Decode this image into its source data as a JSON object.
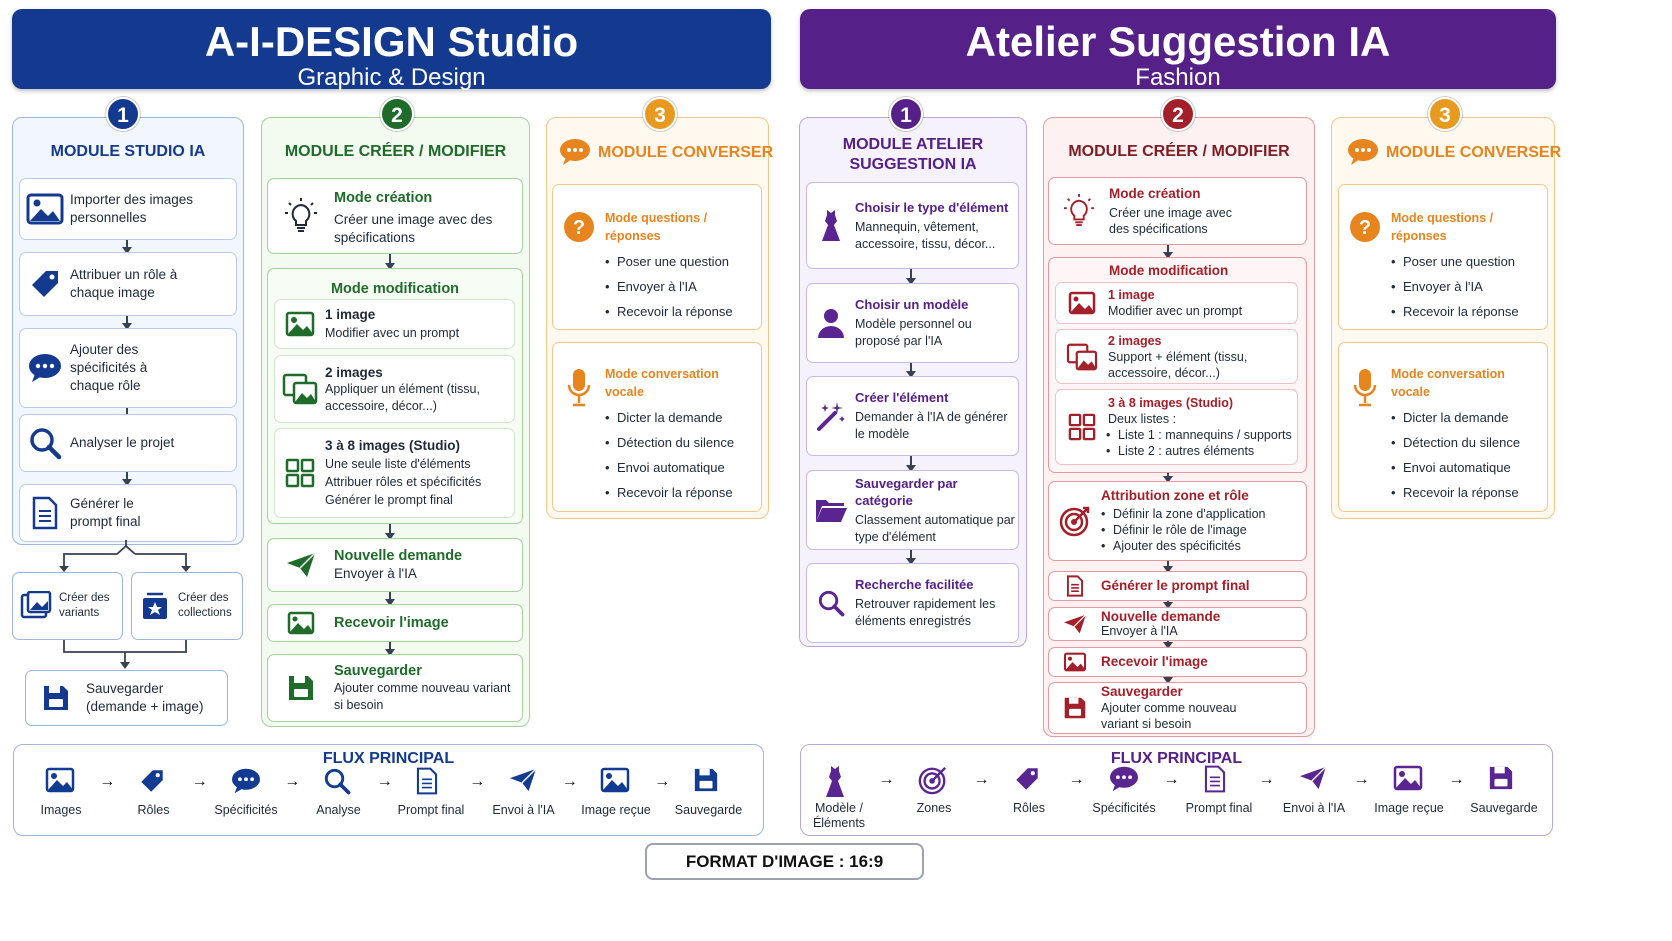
{
  "left": {
    "title": "A-I-DESIGN Studio",
    "subtitle": "Graphic & Design",
    "col1": {
      "num": "1",
      "title": "MODULE STUDIO IA",
      "steps": [
        {
          "text": "Importer des images personnelles",
          "icon": "image-icon"
        },
        {
          "text": "Attribuer un rôle à chaque image",
          "icon": "tag-icon"
        },
        {
          "text": "Ajouter des spécificités à chaque rôle",
          "icon": "chat-bubble-icon"
        },
        {
          "text": "Analyser le projet",
          "icon": "search-icon"
        },
        {
          "text": "Générer le prompt final",
          "icon": "document-icon"
        }
      ],
      "variants": "Créer des variants",
      "collections": "Créer des collections",
      "save": "Sauvegarder (demande + image)"
    },
    "col2": {
      "num": "2",
      "title": "MODULE CRÉER / MODIFIER",
      "creation_title": "Mode création",
      "creation_text": "Créer une image avec des spécifications",
      "modif_title": "Mode modification",
      "modif": [
        {
          "title": "1 image",
          "text": "Modifier avec un prompt"
        },
        {
          "title": "2 images",
          "text": "Appliquer un élément (tissu, accessoire, décor...)"
        },
        {
          "title": "3 à 8 images (Studio)",
          "text": "Une seule liste d'éléments Attribuer rôles et spécificités Générer le prompt final"
        }
      ],
      "send_title": "Nouvelle demande",
      "send_text": "Envoyer à l'IA",
      "receive": "Recevoir l'image",
      "save_title": "Sauvegarder",
      "save_text": "Ajouter comme nouveau variant si besoin"
    },
    "col3": {
      "num": "3",
      "title": "MODULE CONVERSER",
      "qa_title": "Mode questions / réponses",
      "qa": [
        "Poser une question",
        "Envoyer à l'IA",
        "Recevoir la réponse"
      ],
      "voice_title": "Mode conversation vocale",
      "voice": [
        "Dicter la demande",
        "Détection du silence",
        "Envoi automatique",
        "Recevoir la réponse"
      ]
    },
    "flux": {
      "title": "FLUX PRINCIPAL",
      "items": [
        "Images",
        "Rôles",
        "Spécificités",
        "Analyse",
        "Prompt final",
        "Envoi à l'IA",
        "Image reçue",
        "Sauvegarde"
      ]
    }
  },
  "right": {
    "title": "Atelier Suggestion IA",
    "subtitle": "Fashion",
    "col1": {
      "num": "1",
      "title": "MODULE ATELIER SUGGESTION IA",
      "steps": [
        {
          "title": "Choisir le type d'élément",
          "text": "Mannequin, vêtement, accessoire, tissu, décor..."
        },
        {
          "title": "Choisir un modèle",
          "text": "Modèle personnel ou proposé par l'IA"
        },
        {
          "title": "Créer l'élément",
          "text": "Demander à l'IA de générer le modèle"
        },
        {
          "title": "Sauvegarder par catégorie",
          "text": "Classement automatique par type d'élément"
        },
        {
          "title": "Recherche facilitée",
          "text": "Retrouver rapidement les éléments enregistrés"
        }
      ]
    },
    "col2": {
      "num": "2",
      "title": "MODULE CRÉER / MODIFIER",
      "creation_title": "Mode création",
      "creation_text": "Créer une image avec des spécifications",
      "modif_title": "Mode modification",
      "m1_title": "1 image",
      "m1_text": "Modifier avec un prompt",
      "m2_title": "2 images",
      "m2_text": "Support + élément (tissu, accessoire, décor...)",
      "m3_title": "3 à 8 images (Studio)",
      "m3_text": "Deux listes :",
      "m3_list": [
        "Liste 1 : mannequins / supports",
        "Liste 2 : autres éléments"
      ],
      "zone_title": "Attribution zone et rôle",
      "zone_list": [
        "Définir la zone d'application",
        "Définir le rôle de l'image",
        "Ajouter des spécificités"
      ],
      "prompt": "Générer le prompt final",
      "send_title": "Nouvelle demande",
      "send_text": "Envoyer à l'IA",
      "receive": "Recevoir l'image",
      "save_title": "Sauvegarder",
      "save_text": "Ajouter comme nouveau variant si besoin"
    },
    "col3": {
      "num": "3",
      "title": "MODULE CONVERSER",
      "qa_title": "Mode questions / réponses",
      "qa": [
        "Poser une question",
        "Envoyer à l'IA",
        "Recevoir la réponse"
      ],
      "voice_title": "Mode conversation vocale",
      "voice": [
        "Dicter la demande",
        "Détection du silence",
        "Envoi automatique",
        "Recevoir la réponse"
      ]
    },
    "flux": {
      "title": "FLUX PRINCIPAL",
      "items": [
        "Modèle / Éléments",
        "Zones",
        "Rôles",
        "Spécificités",
        "Prompt final",
        "Envoi à l'IA",
        "Image reçue",
        "Sauvegarde"
      ]
    }
  },
  "format": "FORMAT D'IMAGE : 16:9",
  "colors": {
    "blue": "#123c91",
    "green": "#1f6b2a",
    "orange": "#e89a1e",
    "purple": "#5a2590",
    "red": "#a3202a"
  }
}
